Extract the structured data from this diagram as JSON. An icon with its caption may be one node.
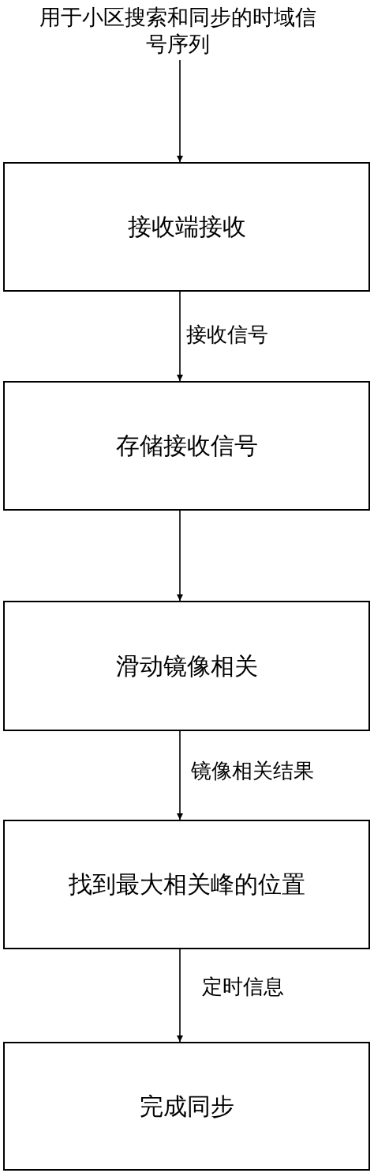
{
  "diagram": {
    "nodes": [
      {
        "text": [
          "用于小区搜索和同步的时域信号序列"
        ]
      },
      {
        "text": [
          "接收端接收"
        ]
      },
      {
        "text": [
          "存储接收信号"
        ]
      },
      {
        "text": [
          "滑动镜像相关"
        ]
      },
      {
        "text": [
          "找到最大相关峰的位置"
        ]
      },
      {
        "text": [
          "完成同步"
        ]
      }
    ],
    "edges": [
      {
        "from": 0,
        "to": 1,
        "arrow": "to"
      },
      {
        "from": 1,
        "to": 2,
        "arrow": "to",
        "label": "接收信号"
      },
      {
        "from": 2,
        "to": 3,
        "arrow": "to"
      },
      {
        "from": 3,
        "to": 4,
        "arrow": "to",
        "label": "镜像相关结果"
      },
      {
        "from": 4,
        "to": 5,
        "arrow": "to",
        "label": "定时信息"
      }
    ]
  }
}
